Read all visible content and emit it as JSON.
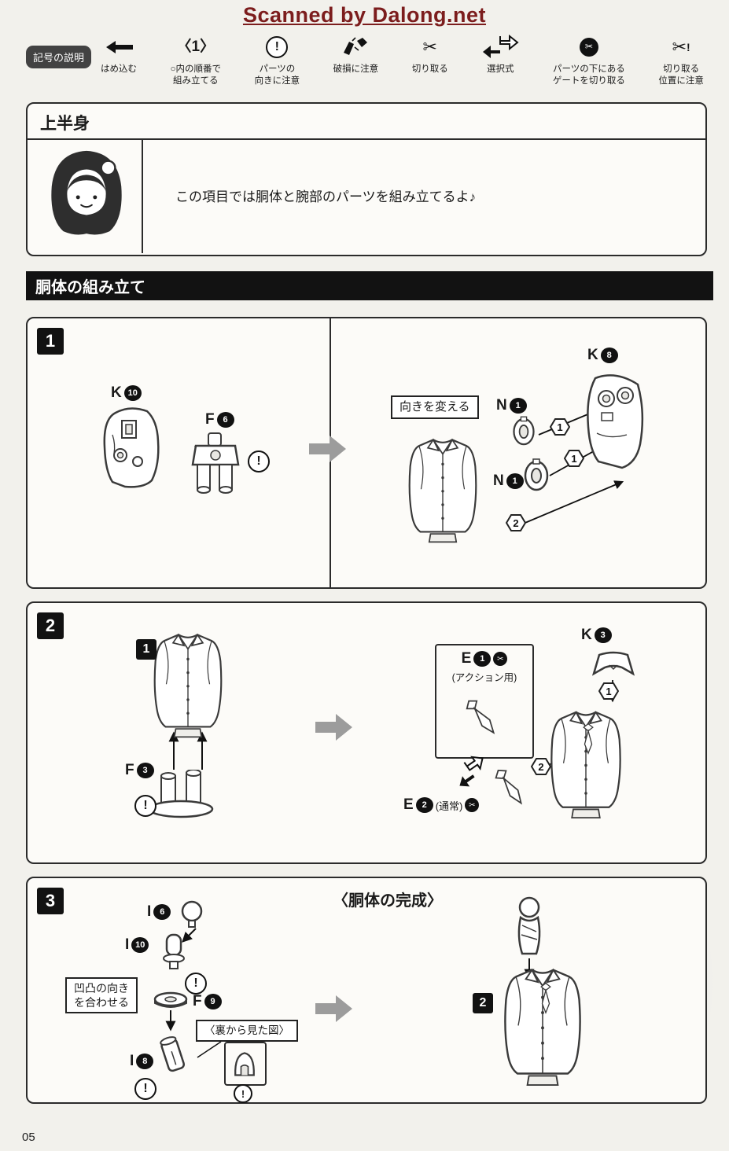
{
  "watermark": "Scanned by Dalong.net",
  "page_number": "05",
  "icons": {
    "warning": "!",
    "order_symbol": "〈1〉",
    "scissors": "✂"
  },
  "legend": {
    "label": "記号の説明",
    "items": [
      {
        "text": "はめ込む"
      },
      {
        "text": "○内の順番で\n組み立てる"
      },
      {
        "text": "パーツの\n向きに注意"
      },
      {
        "text": "破損に注意"
      },
      {
        "text": "切り取る"
      },
      {
        "text": "選択式"
      },
      {
        "text": "パーツの下にある\nゲートを切り取る"
      },
      {
        "text": "切り取る\n位置に注意"
      }
    ]
  },
  "section": {
    "title": "上半身",
    "speech": "この項目では胴体と腕部のパーツを組み立てるよ♪"
  },
  "assembly_header": "胴体の組み立て",
  "step1": {
    "number": "1",
    "note": "向きを変える",
    "parts": {
      "k10": {
        "letter": "K",
        "num": "10"
      },
      "f6": {
        "letter": "F",
        "num": "6"
      },
      "n1a": {
        "letter": "N",
        "num": "1"
      },
      "n1b": {
        "letter": "N",
        "num": "1"
      },
      "k8": {
        "letter": "K",
        "num": "8"
      }
    },
    "callouts": [
      "1",
      "1",
      "2"
    ]
  },
  "step2": {
    "number": "2",
    "ref": "1",
    "parts": {
      "f3": {
        "letter": "F",
        "num": "3"
      },
      "e1": {
        "letter": "E",
        "num": "1",
        "note": "(アクション用)"
      },
      "e2": {
        "letter": "E",
        "num": "2",
        "note": "(通常)"
      },
      "k3": {
        "letter": "K",
        "num": "3"
      }
    },
    "callouts": [
      "1",
      "2"
    ]
  },
  "step3": {
    "number": "3",
    "ref": "2",
    "title": "〈胴体の完成〉",
    "note": "凹凸の向き\nを合わせる",
    "inset_label": "〈裏から見た図〉",
    "parts": {
      "i6": {
        "letter": "I",
        "num": "6"
      },
      "i10": {
        "letter": "I",
        "num": "10"
      },
      "f9": {
        "letter": "F",
        "num": "9"
      },
      "i8": {
        "letter": "I",
        "num": "8"
      }
    }
  }
}
